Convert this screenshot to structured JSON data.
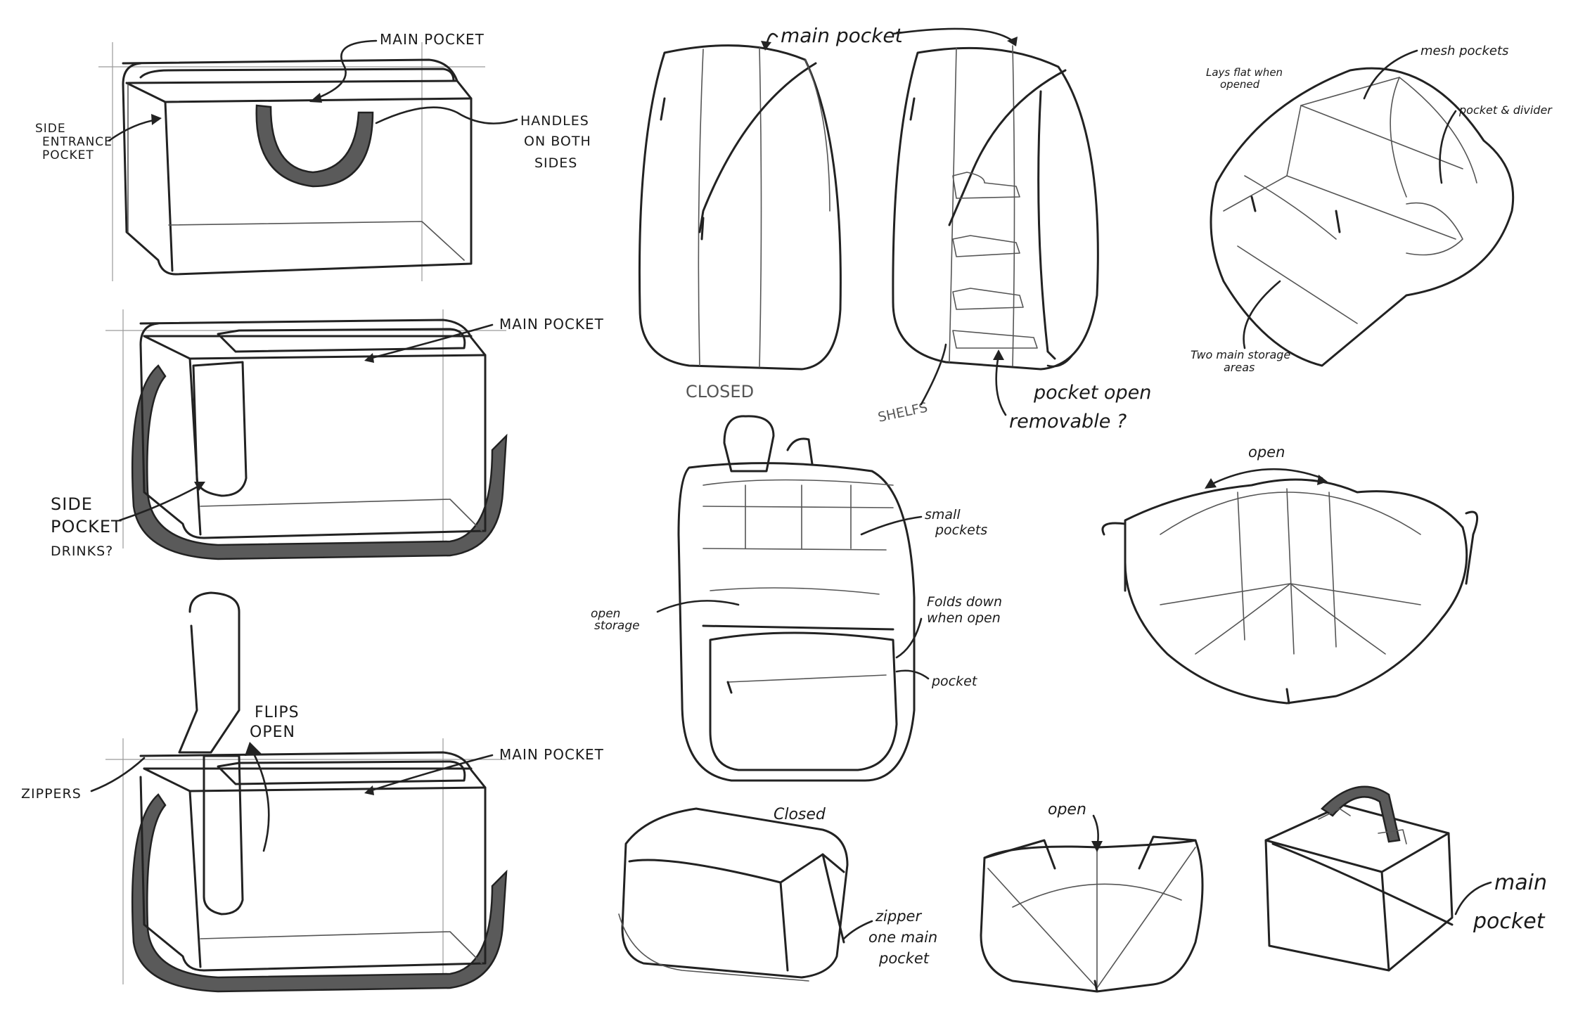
{
  "labels": {
    "s1_main_pocket": "MAIN POCKET",
    "s1_side_entrance_1": "SIDE",
    "s1_side_entrance_2": "ENTRANCE",
    "s1_side_entrance_3": "POCKET",
    "s1_handles_1": "HANDLES",
    "s1_handles_2": "ON BOTH",
    "s1_handles_3": "SIDES",
    "s2_main_pocket": "MAIN POCKET",
    "s2_side_pocket_1": "SIDE",
    "s2_side_pocket_2": "POCKET",
    "s2_side_pocket_3": "DRINKS?",
    "s3_flips_1": "FLIPS",
    "s3_flips_2": "OPEN",
    "s3_main_pocket": "MAIN POCKET",
    "s3_zippers": "ZIPPERS",
    "bp_main_pocket": "main pocket",
    "bp_closed": "CLOSED",
    "bp_shelves": "SHELFS",
    "bp_pocket_open": "pocket open",
    "bp_removable": "removable ?",
    "tray_lays_flat_1": "Lays flat when",
    "tray_lays_flat_2": "opened",
    "tray_mesh": "mesh pockets",
    "tray_divider": "pocket & divider",
    "tray_two_main_1": "Two main storage",
    "tray_two_main_2": "areas",
    "bp2_small_1": "small",
    "bp2_small_2": "pockets",
    "bp2_open_storage_1": "open",
    "bp2_open_storage_2": "storage",
    "bp2_folds_1": "Folds down",
    "bp2_folds_2": "when open",
    "bp2_pocket": "pocket",
    "open_bag_open": "open",
    "cube_closed": "Closed",
    "cube_zipper": "zipper",
    "cube_one_main_1": "one main",
    "cube_one_main_2": "pocket",
    "flower_open": "open",
    "box_main_1": "main",
    "box_main_2": "pocket"
  }
}
